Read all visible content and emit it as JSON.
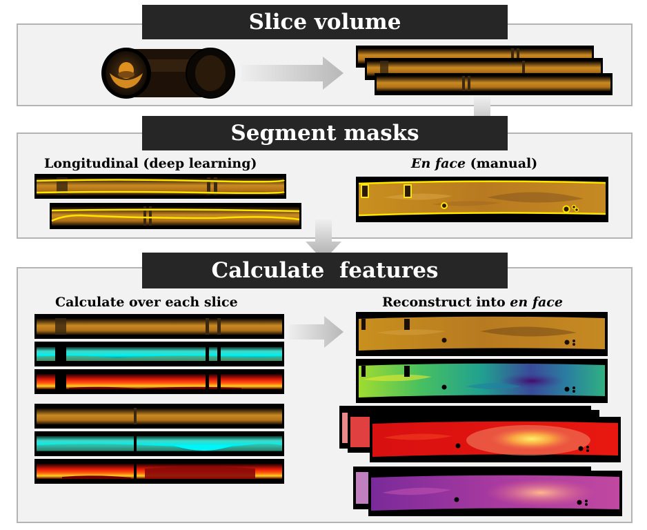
{
  "sections": {
    "slice": {
      "title": "Slice volume"
    },
    "segment": {
      "title": "Segment masks",
      "longitudinal_label": "Longitudinal (deep learning)",
      "enface_label_italic": "En face",
      "enface_label_rest": " (manual)"
    },
    "features": {
      "title": "Calculate  features",
      "over_slice_label": "Calculate over each slice",
      "reconstruct_label": "Reconstruct into ",
      "reconstruct_italic": "en face"
    }
  },
  "colors": {
    "panel_bg": "#f2f2f2",
    "panel_border": "#b3b3b3",
    "banner_bg": "#262626",
    "tissue": "#b8781e",
    "mask_line": "#ffe600",
    "cyan": "#00e5f0",
    "red": "#e8200c",
    "arrow": "#c8c8c8"
  }
}
